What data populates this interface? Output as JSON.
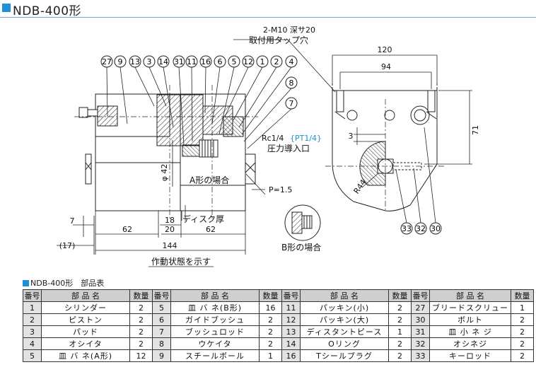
{
  "page_title": "NDB-400形",
  "drawing": {
    "callouts_left": [
      "27",
      "9",
      "13",
      "3",
      "14",
      "31",
      "11",
      "16",
      "6",
      "5",
      "12",
      "1",
      "2",
      "4"
    ],
    "callouts_right": [
      "8",
      "7"
    ],
    "callouts_bottom": [
      "33",
      "32",
      "30"
    ],
    "tap_note_line1": "2-M10 深サ20",
    "tap_note_line2": "取付用タップ穴",
    "port_label_main": "Rc1/4",
    "port_label_alt": "{PT1/4}",
    "port_label_name": "圧力導入口",
    "a_type_label": "A形の場合",
    "b_type_label": "B形の場合",
    "pitch_label": "P=1.5",
    "disc_thickness_label": "ディスク厚",
    "operating_state_label": "作動状態を示す",
    "dim_phi42": "φ 42",
    "dim_7": "7",
    "dim_62_left": "62",
    "dim_18": "18",
    "dim_20": "20",
    "dim_62_right": "62",
    "dim_17": "(17)",
    "dim_144": "144",
    "dim_120": "120",
    "dim_94": "94",
    "dim_71": "71",
    "dim_3": "3",
    "dim_R44": "R44"
  },
  "parts_table": {
    "heading": "NDB-400形　部品表",
    "headers": {
      "no": "番号",
      "name": "部 品 名",
      "qty": "数量"
    },
    "rows": [
      [
        {
          "no": "1",
          "name": "シリンダー",
          "qty": "2"
        },
        {
          "no": "5",
          "name": "皿 バ ネ(B形)",
          "qty": "16"
        },
        {
          "no": "11",
          "name": "パッキン(小)",
          "qty": "2"
        },
        {
          "no": "27",
          "name": "ブリードスクリュー",
          "qty": "1"
        }
      ],
      [
        {
          "no": "2",
          "name": "ピストン",
          "qty": "2"
        },
        {
          "no": "6",
          "name": "ガイドブッシュ",
          "qty": "2"
        },
        {
          "no": "12",
          "name": "パッキン(大)",
          "qty": "2"
        },
        {
          "no": "30",
          "name": "ボルト",
          "qty": "2"
        }
      ],
      [
        {
          "no": "3",
          "name": "パッド",
          "qty": "2"
        },
        {
          "no": "7",
          "name": "ブッシュロッド",
          "qty": "2"
        },
        {
          "no": "13",
          "name": "ディスタントピース",
          "qty": "1"
        },
        {
          "no": "31",
          "name": "皿 小 ネ ジ",
          "qty": "2"
        }
      ],
      [
        {
          "no": "4",
          "name": "オシイタ",
          "qty": "2"
        },
        {
          "no": "8",
          "name": "ウケイタ",
          "qty": "2"
        },
        {
          "no": "14",
          "name": "Oリング",
          "qty": "2"
        },
        {
          "no": "32",
          "name": "オシネジ",
          "qty": "2"
        }
      ],
      [
        {
          "no": "5",
          "name": "皿 バ ネ(A形)",
          "qty": "12"
        },
        {
          "no": "9",
          "name": "スチールボール",
          "qty": "1"
        },
        {
          "no": "16",
          "name": "Tシールプラグ",
          "qty": "2"
        },
        {
          "no": "33",
          "name": "キーロッド",
          "qty": "2"
        }
      ]
    ]
  },
  "colors": {
    "accent": "#1e90d6",
    "header_gray": "#cfcfcf",
    "number_gray": "#e2e2e2"
  }
}
